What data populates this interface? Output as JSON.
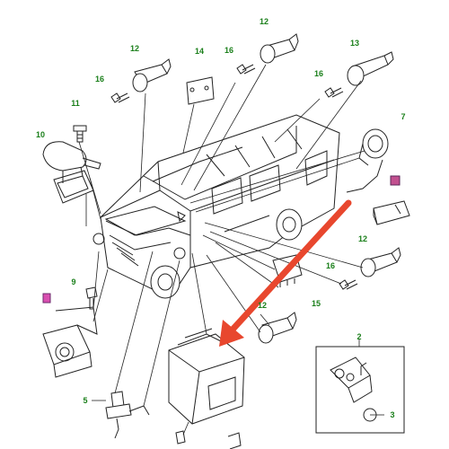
{
  "diagram": {
    "callouts": [
      "12",
      "14",
      "16",
      "16",
      "12",
      "13",
      "16",
      "11",
      "10",
      "7",
      "12",
      "16",
      "9",
      "15",
      "12",
      "2",
      "5",
      "3"
    ],
    "colors": {
      "label_green": "#1a7f1a",
      "line": "#222222",
      "pointer_arrow": "#e8472e",
      "marker_magenta": "#d94fb0"
    }
  }
}
